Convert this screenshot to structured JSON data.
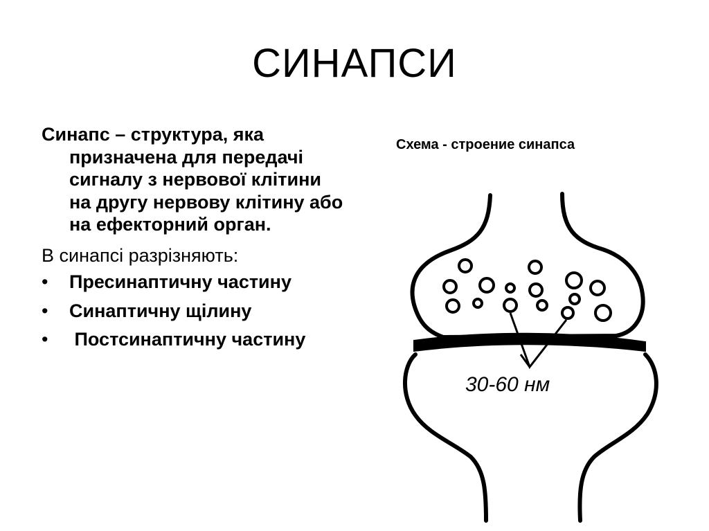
{
  "title": "СИНАПСИ",
  "definition": {
    "first_line": "Синапс – структура, яка",
    "rest": "призначена для передачі сигналу з нервової клітини на другу нервову клітину або на ефекторний орган."
  },
  "intro": "В синапсі разрізняють:",
  "bullet_symbol": "•",
  "bullets": [
    {
      "text": "Пресинаптичну частину"
    },
    {
      "text": "Синаптичну щілину"
    },
    {
      "text": " Постсинаптичну частину"
    }
  ],
  "diagram": {
    "caption": "Схема - строение синапса",
    "gap_label": "30-60 нм"
  }
}
